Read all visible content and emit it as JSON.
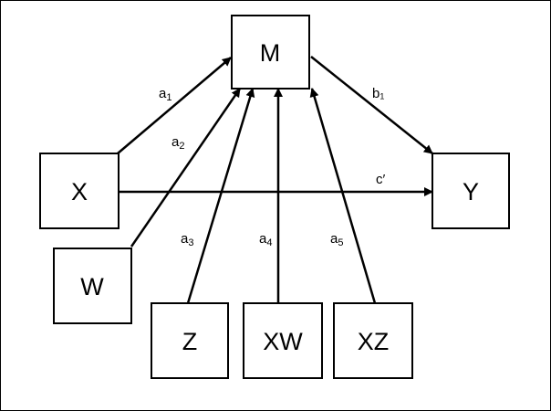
{
  "diagram": {
    "nodes": {
      "M": "M",
      "X": "X",
      "Y": "Y",
      "W": "W",
      "Z": "Z",
      "XW": "XW",
      "XZ": "XZ"
    },
    "paths": {
      "a1_base": "a",
      "a1_sub": "1",
      "a2_base": "a",
      "a2_sub": "2",
      "a3_base": "a",
      "a3_sub": "3",
      "a4_base": "a",
      "a4_sub": "4",
      "a5_base": "a",
      "a5_sub": "5",
      "b1": "b₁",
      "c_prime": "c′"
    }
  }
}
